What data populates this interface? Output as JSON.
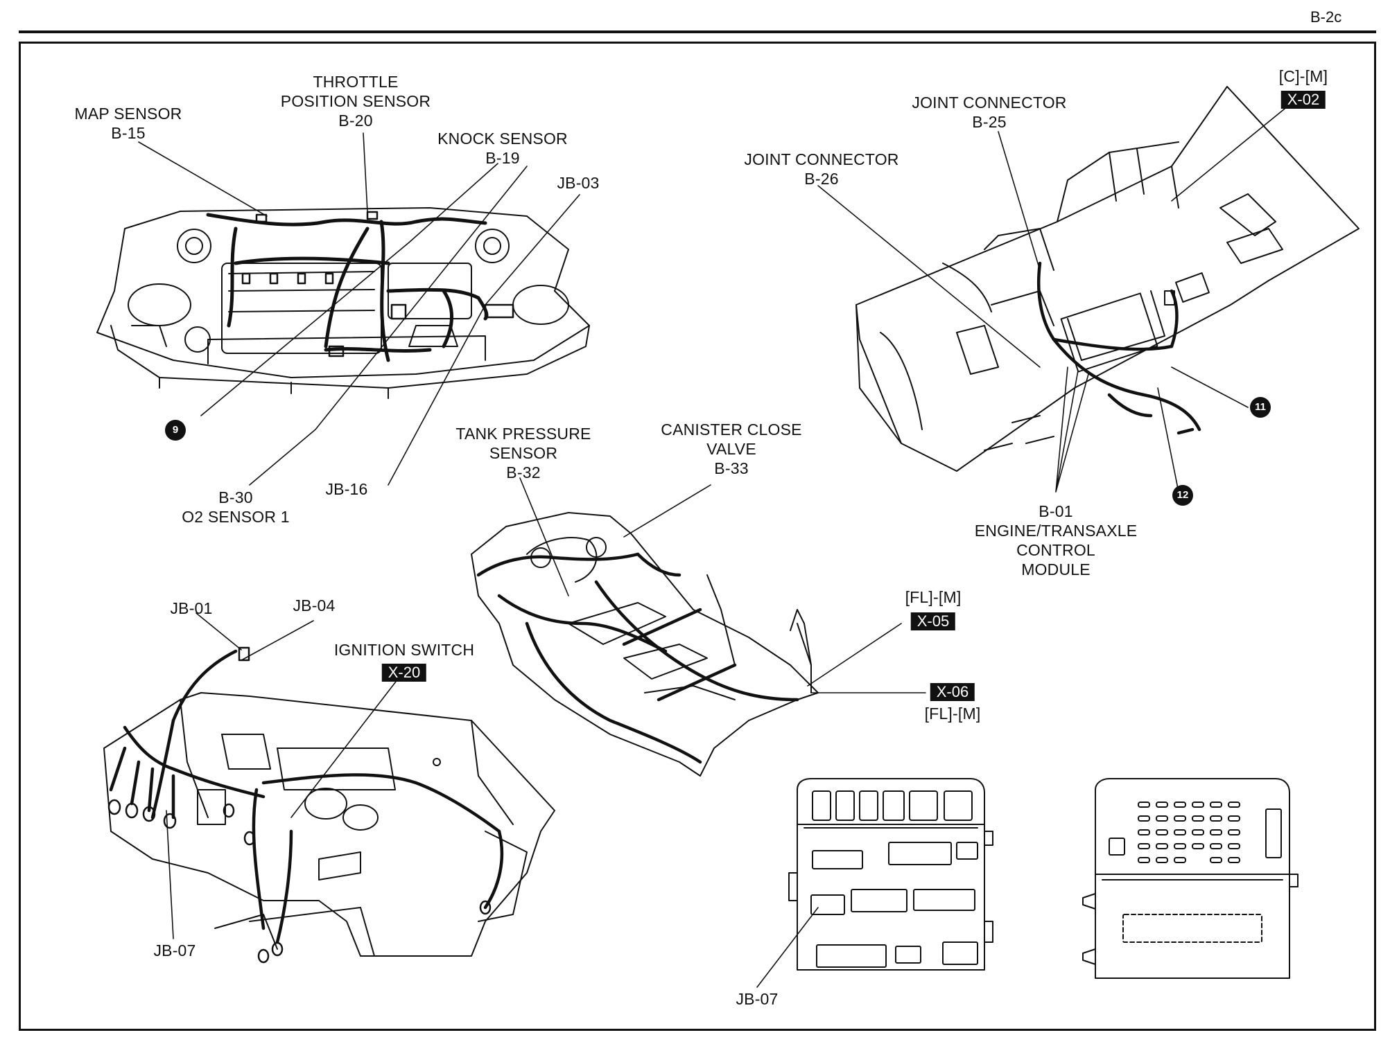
{
  "page_id": "B-2c",
  "labels": {
    "map_sensor": [
      "MAP SENSOR",
      "B-15"
    ],
    "throttle": [
      "THROTTLE",
      "POSITION SENSOR",
      "B-20"
    ],
    "knock": [
      "KNOCK SENSOR",
      "B-19"
    ],
    "jb03": [
      "JB-03"
    ],
    "b30": [
      "B-30",
      "O2 SENSOR 1"
    ],
    "jb16": [
      "JB-16"
    ],
    "jc25": [
      "JOINT CONNECTOR",
      "B-25"
    ],
    "jc26": [
      "JOINT CONNECTOR",
      "B-26"
    ],
    "cm_top": [
      "[C]-[M]"
    ],
    "ecm": [
      "B-01",
      "ENGINE/TRANSAXLE",
      "CONTROL",
      "MODULE"
    ],
    "tank": [
      "TANK PRESSURE",
      "SENSOR",
      "B-32"
    ],
    "canister": [
      "CANISTER CLOSE",
      "VALVE",
      "B-33"
    ],
    "flm_top": [
      "[FL]-[M]"
    ],
    "flm_bottom": [
      "[FL]-[M]"
    ],
    "jb01": [
      "JB-01"
    ],
    "jb04": [
      "JB-04"
    ],
    "ignition": [
      "IGNITION SWITCH"
    ],
    "jb07_left": [
      "JB-07"
    ],
    "jb07_right": [
      "JB-07"
    ]
  },
  "tags": {
    "x02": "X-02",
    "x05": "X-05",
    "x06": "X-06",
    "x20": "X-20"
  },
  "markers": {
    "m9": "9",
    "m11": "11",
    "m12": "12"
  }
}
